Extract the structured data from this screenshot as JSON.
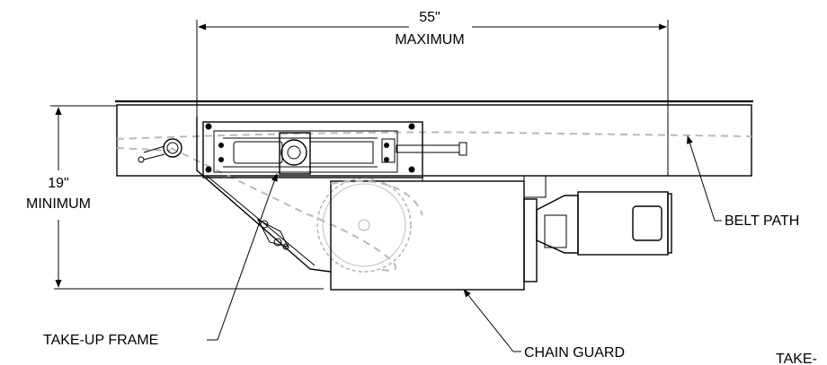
{
  "dimensions": {
    "width_value": "55\"",
    "width_note": "MAXIMUM",
    "height_value": "19\"",
    "height_note": "MINIMUM"
  },
  "callouts": {
    "belt_path": "BELT PATH",
    "take_up_frame": "TAKE-UP FRAME",
    "chain_guard": "CHAIN GUARD",
    "cut_off_label": "TAKE-"
  }
}
